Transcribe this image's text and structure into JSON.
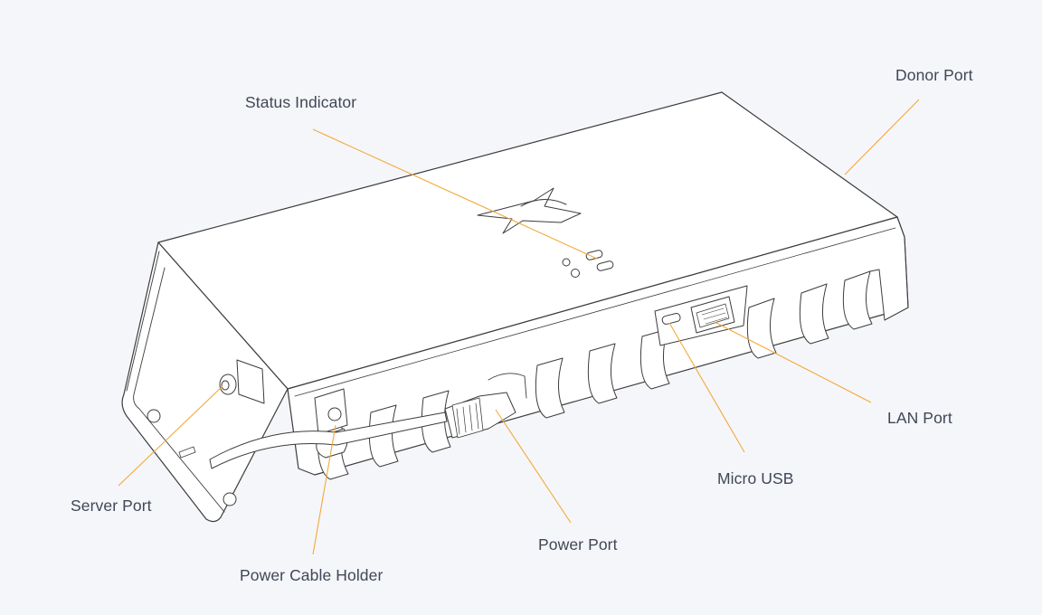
{
  "colors": {
    "background": "#f5f6f9",
    "leader_line": "#f2a93b",
    "outline": "#3c3c3c",
    "label_text": "#3f4756"
  },
  "callouts": {
    "donor_port": "Donor Port",
    "status_indicator": "Status Indicator",
    "lan_port": "LAN Port",
    "micro_usb": "Micro USB",
    "server_port": "Server Port",
    "power_port": "Power Port",
    "power_cable_holder": "Power Cable Holder"
  }
}
